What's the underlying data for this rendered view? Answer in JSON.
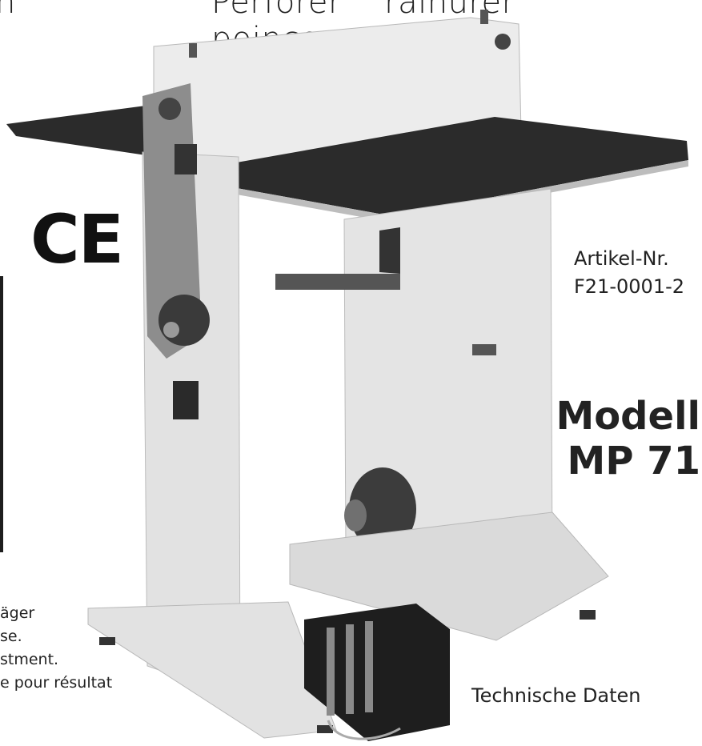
{
  "header": {
    "partial_left": "n",
    "words": [
      "Perforer",
      "rainurer",
      "poinçonner"
    ]
  },
  "ce_mark": "CE",
  "artikel": {
    "label": "Artikel-Nr.",
    "number": "F21-0001-2"
  },
  "model": {
    "line1": "Modell",
    "line2": "MP 71"
  },
  "feature_lines": [
    "äger",
    "se.",
    "stment.",
    "e pour résultat"
  ],
  "technical_data_label": "Technische Daten",
  "colors": {
    "tabletop": "#2b2b2b",
    "body": "#e4e4e4",
    "dark": "#1e1e1e",
    "pedal_stripe": "#8a8a8a"
  }
}
